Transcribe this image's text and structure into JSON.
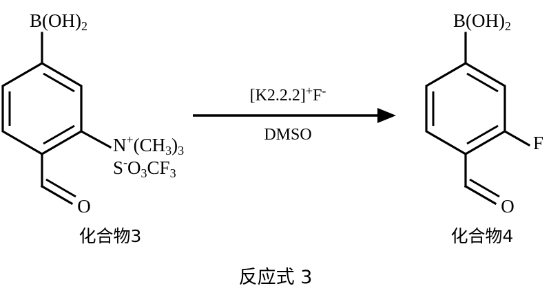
{
  "figure": {
    "title": "反应式 3",
    "background_color": "#ffffff",
    "stroke_color": "#000000",
    "type": "chemical-reaction-scheme"
  },
  "reactant": {
    "caption": "化合物3",
    "substituents": {
      "boronic_acid": {
        "core": "B(OH)",
        "subscript": "2"
      },
      "ammonium": {
        "element": "N",
        "charge": "+",
        "group": "(CH",
        "group_sub": "3",
        "group_close": ")",
        "group_count": "3"
      },
      "triflate": {
        "element": "S",
        "charge": "-",
        "o_letter": "O",
        "o_count": "3",
        "c_letter": "CF",
        "f_count": "3"
      },
      "aldehyde_oxygen": "O"
    }
  },
  "arrow": {
    "reagent_above": "[K2.2.2]",
    "reagent_above_sup1": "+",
    "reagent_above_f": "F",
    "reagent_above_sup2": "-",
    "solvent_below": "DMSO"
  },
  "product": {
    "caption": "化合物4",
    "substituents": {
      "boronic_acid": {
        "core": "B(OH)",
        "subscript": "2"
      },
      "fluorine": "F",
      "aldehyde_oxygen": "O"
    }
  },
  "chart_data": {
    "type": "diagram",
    "title": "反应式 3",
    "description": "Nucleophilic aromatic fluorination reaction scheme",
    "reaction": {
      "reactant_name": "化合物3",
      "reactant_formula": "4-formyl-3-(trimethylammonio)phenylboronic acid triflate",
      "product_name": "化合物4",
      "product_formula": "3-fluoro-4-formylphenylboronic acid",
      "reagents": [
        "[K2.2.2]+F-"
      ],
      "solvent": "DMSO"
    }
  }
}
